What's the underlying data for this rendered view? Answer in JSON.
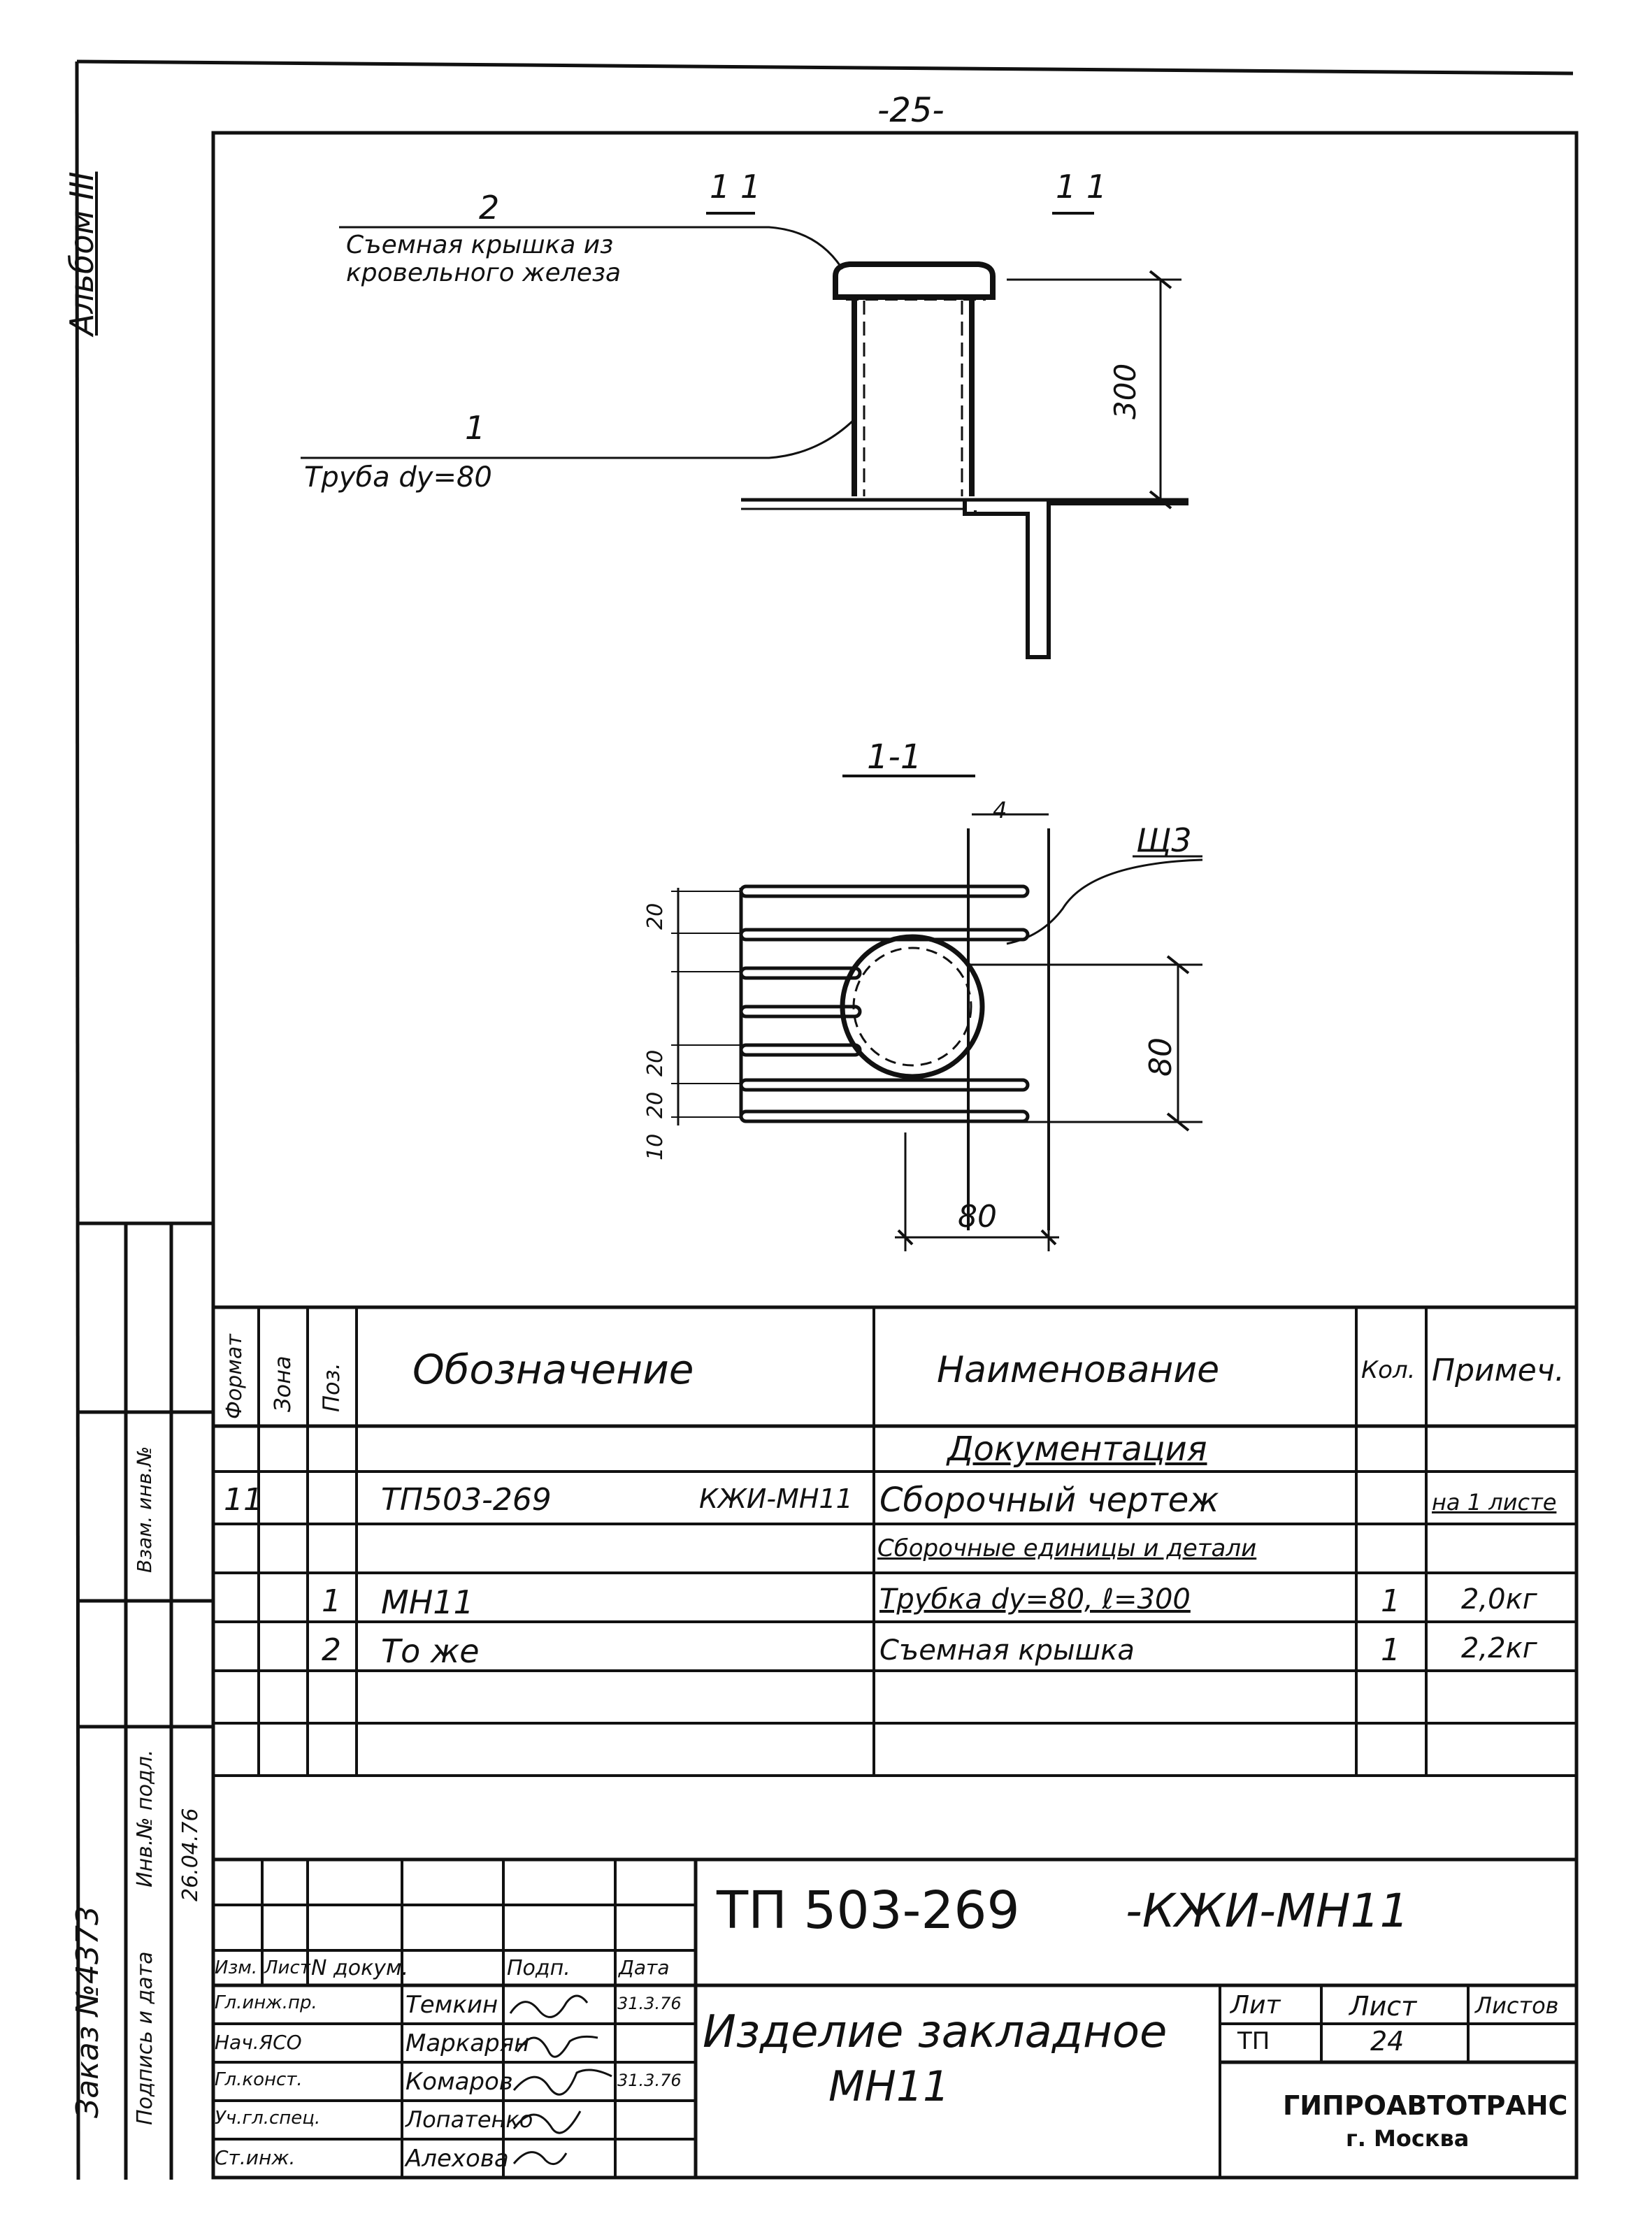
{
  "page": {
    "page_number": "-25-",
    "album_label": "Альбом III"
  },
  "drawing": {
    "section_marks": [
      "1 1",
      "1 1"
    ],
    "callout_cap_pos": "2",
    "callout_cap_text_1": "Съемная крышка из",
    "callout_cap_text_2": "кровельного железа",
    "callout_pipe_pos": "1",
    "callout_pipe_text": "Труба dу=80",
    "dim_height": "300",
    "section_title": "1-1",
    "section_callout": "Щ3",
    "dim_vertical_80": "80",
    "dim_horizontal_80": "80",
    "dim_small_left": "10",
    "dim_small_20_a": "20",
    "dim_small_20_b": "20",
    "dim_small_20_c": "20",
    "dim_small_4": "4"
  },
  "spec_table": {
    "headers": {
      "format": "Формат",
      "zone": "Зона",
      "pos": "Поз.",
      "designation": "Обозначение",
      "name": "Наименование",
      "qty": "Кол.",
      "note": "Примеч."
    },
    "section_documentation": "Документация",
    "row_doc": {
      "format": "11",
      "designation": "ТП503-269",
      "designation_suffix": "КЖИ-МН11",
      "name": "Сборочный чертеж",
      "note": "на 1 листе"
    },
    "section_units": "Сборочные единицы и детали",
    "rows": [
      {
        "pos": "1",
        "designation": "МН11",
        "name": "Трубка dу=80, ℓ=300",
        "qty": "1",
        "note": "2,0кг"
      },
      {
        "pos": "2",
        "designation": "То же",
        "name": "Съемная крышка",
        "qty": "1",
        "note": "2,2кг"
      }
    ]
  },
  "side_stamp": {
    "l1": "Инв.№ подл.",
    "l2": "Подпись и дата",
    "l3": "Взам. инв.№",
    "order": "Заказ №4373",
    "date": "26.04.76"
  },
  "title_block": {
    "code": "ТП 503-269",
    "code_suffix": "-КЖИ-МН11",
    "title_1": "Изделие закладное",
    "title_2": "МН11",
    "org_1": "ГИПРОАВТОТРАНС",
    "org_2": "г. Москва",
    "col_labels": [
      "Изм.",
      "Лист",
      "N докум.",
      "Подп.",
      "Дата"
    ],
    "staff": [
      {
        "role": "Гл.инж.пр.",
        "name": "Темкин",
        "date": "31.3.76"
      },
      {
        "role": "Нач.ЯСО",
        "name": "Маркарян",
        "date": ""
      },
      {
        "role": "Гл.конст.",
        "name": "Комаров",
        "date": "31.3.76"
      },
      {
        "role": "Уч.гл.спец.",
        "name": "Лопатенко",
        "date": ""
      },
      {
        "role": "Ст.инж.",
        "name": "Алехова",
        "date": ""
      }
    ],
    "lit_label": "Лит",
    "lit_value": "ТП",
    "sheet_label": "Лист",
    "sheet_value": "24",
    "sheets_label": "Листов",
    "sheets_value": ""
  }
}
